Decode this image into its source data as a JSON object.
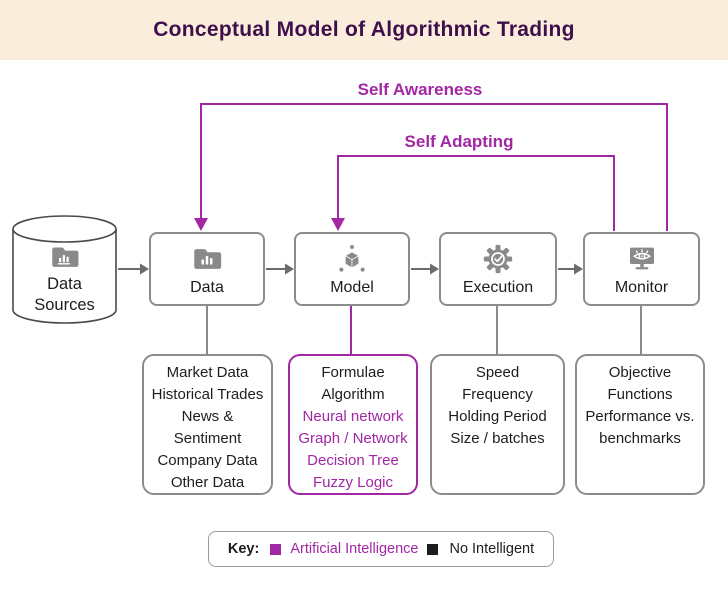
{
  "header": {
    "title": "Conceptual Model of Algorithmic Trading"
  },
  "feedback_arrows": {
    "self_awareness": {
      "label": "Self Awareness",
      "from": "Monitor",
      "to": "Data"
    },
    "self_adapting": {
      "label": "Self Adapting",
      "from": "Monitor",
      "to": "Model"
    }
  },
  "source": {
    "icon": "folder-chart-icon",
    "line1": "Data",
    "line2": "Sources"
  },
  "stages": [
    {
      "label": "Data",
      "icon": "folder-bars-icon",
      "details": [
        "Market Data",
        "Historical Trades",
        "News &",
        "Sentiment",
        "Company Data",
        "Other Data"
      ]
    },
    {
      "label": "Model",
      "icon": "cube-network-icon",
      "details": [
        "Formulae",
        "Algorithm",
        "Neural network",
        "Graph / Network",
        "Decision Tree",
        "Fuzzy Logic"
      ],
      "ai_detail_indices": [
        2,
        3,
        4,
        5
      ]
    },
    {
      "label": "Execution",
      "icon": "gear-check-icon",
      "details": [
        "Speed",
        "Frequency",
        "Holding Period",
        "Size / batches"
      ]
    },
    {
      "label": "Monitor",
      "icon": "monitor-eye-icon",
      "details": [
        "Objective",
        "Functions",
        "Performance vs.",
        "benchmarks"
      ]
    }
  ],
  "legend": {
    "key_label": "Key:",
    "items": [
      {
        "label": "Artificial Intelligence",
        "color": "#A127A4"
      },
      {
        "label": "No Intelligent",
        "color": "#1d1d1d"
      }
    ]
  },
  "colors": {
    "accent_purple": "#A127A4",
    "header_background": "#FAEDDB",
    "title_text": "#3E0F4B",
    "box_border_gray": "#8c8c8c",
    "icon_gray": "#8a8a8a",
    "arrow_gray": "#6b6b6b",
    "text_black": "#1d1d1d"
  }
}
